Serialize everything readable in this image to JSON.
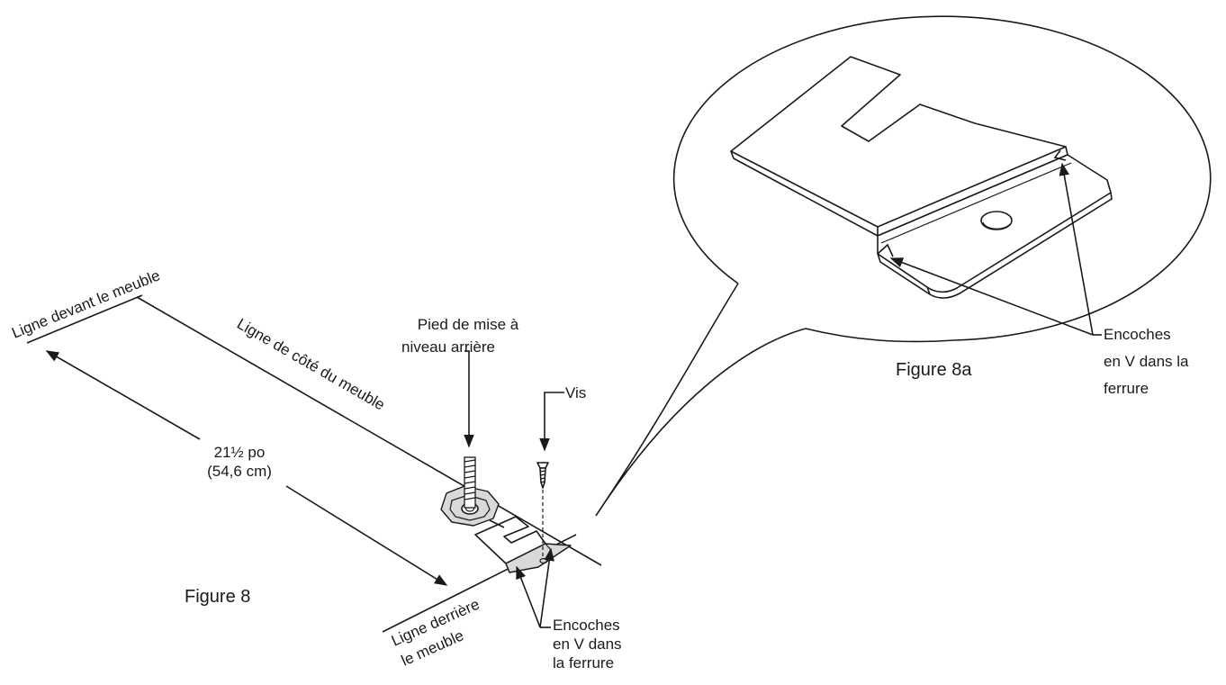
{
  "figure_main": {
    "caption": "Figure 8",
    "labels": {
      "front_line": "Ligne devant le meuble",
      "side_line": "Ligne de côté du meuble",
      "leveling_foot_1": "Pied de mise à",
      "leveling_foot_2": "niveau arrière",
      "screw": "Vis",
      "dimension_1": "21½ po",
      "dimension_2": "(54,6 cm)",
      "rear_line_1": "Ligne derrière",
      "rear_line_2": "le meuble",
      "notches_1": "Encoches",
      "notches_2": "en V dans",
      "notches_3": "la ferrure"
    }
  },
  "figure_detail": {
    "caption": "Figure 8a",
    "labels": {
      "notches_1": "Encoches",
      "notches_2": "en V dans la",
      "notches_3": "ferrure"
    }
  },
  "colors": {
    "ink": "#1a1a1a",
    "background": "#ffffff",
    "metal_shade": "#d9d9d9"
  }
}
